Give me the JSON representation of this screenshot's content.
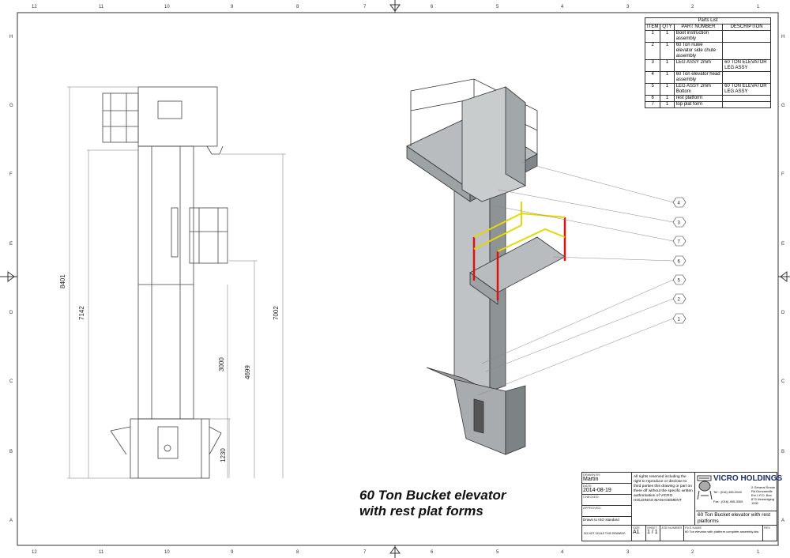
{
  "border": {
    "columns": [
      "12",
      "11",
      "10",
      "9",
      "8",
      "7",
      "6",
      "5",
      "4",
      "3",
      "2",
      "1"
    ],
    "rows": [
      "H",
      "G",
      "F",
      "E",
      "D",
      "C",
      "B",
      "A"
    ]
  },
  "dimensions": [
    "8401",
    "7142",
    "7002",
    "4699",
    "3000",
    "1230"
  ],
  "balloons": [
    "4",
    "3",
    "7",
    "6",
    "5",
    "2",
    "1"
  ],
  "parts_list": {
    "title": "Parts List",
    "headers": [
      "ITEM",
      "QTY",
      "PART NUMBER",
      "DESCRIPTION"
    ],
    "rows": [
      {
        "item": "1",
        "qty": "1",
        "part": "Boot instruction assembly",
        "desc": ""
      },
      {
        "item": "2",
        "qty": "1",
        "part": "60 Ton nuwe elevator side chute assembly",
        "desc": ""
      },
      {
        "item": "3",
        "qty": "1",
        "part": "LEG ASSY 2mm",
        "desc": "60 TON ELEVATOR LEG ASSY"
      },
      {
        "item": "4",
        "qty": "1",
        "part": "60 Ton elevator head assembly",
        "desc": ""
      },
      {
        "item": "5",
        "qty": "1",
        "part": "LEG ASSY 2mm Bottom",
        "desc": "60 TON ELEVATOR LEG ASSY"
      },
      {
        "item": "6",
        "qty": "1",
        "part": "rest platform",
        "desc": ""
      },
      {
        "item": "7",
        "qty": "1",
        "part": "top plat form",
        "desc": ""
      }
    ]
  },
  "caption": {
    "line1": "60 Ton Bucket elevator",
    "line2": "with rest plat forms"
  },
  "title_block": {
    "drawn_by_label": "DRAWN BY:",
    "drawn_by": "Martin",
    "date_label": "DATE:",
    "date": "2014-08-19",
    "checked_label": "CHECKED:",
    "approved_label": "APPROVED:",
    "standard": "Drawn to ISO standard",
    "no_scale": "DO NOT SCALE THIS DRAWING",
    "rights": "All rights reserved including the right to reproduce or disclose to third parties this drawing or part on there off without the specific written authorisation of VICRO HOLDINGS MANAGEMENT",
    "size_label": "SIZE",
    "size": "A1",
    "sheet_label": "SHEET",
    "sheet": "1 / 1",
    "job_label": "JOB NUMBER",
    "company": "VICRO HOLDINGS",
    "logo_text": "VICRO",
    "tel": "Tel : (016) 455-2040",
    "fax": "Fax : (016) 455-3309",
    "address": "2 General Smuts Rd Duncanville Ext 1 P.O. Box 673 Vereeniging 1930",
    "drawing_title": "60 Ton Bucket elevator with rest platforms",
    "file_label": "FILE NAME",
    "file": "60 Ton elevator with platform complete assembly.idw",
    "rev_label": "REV"
  }
}
